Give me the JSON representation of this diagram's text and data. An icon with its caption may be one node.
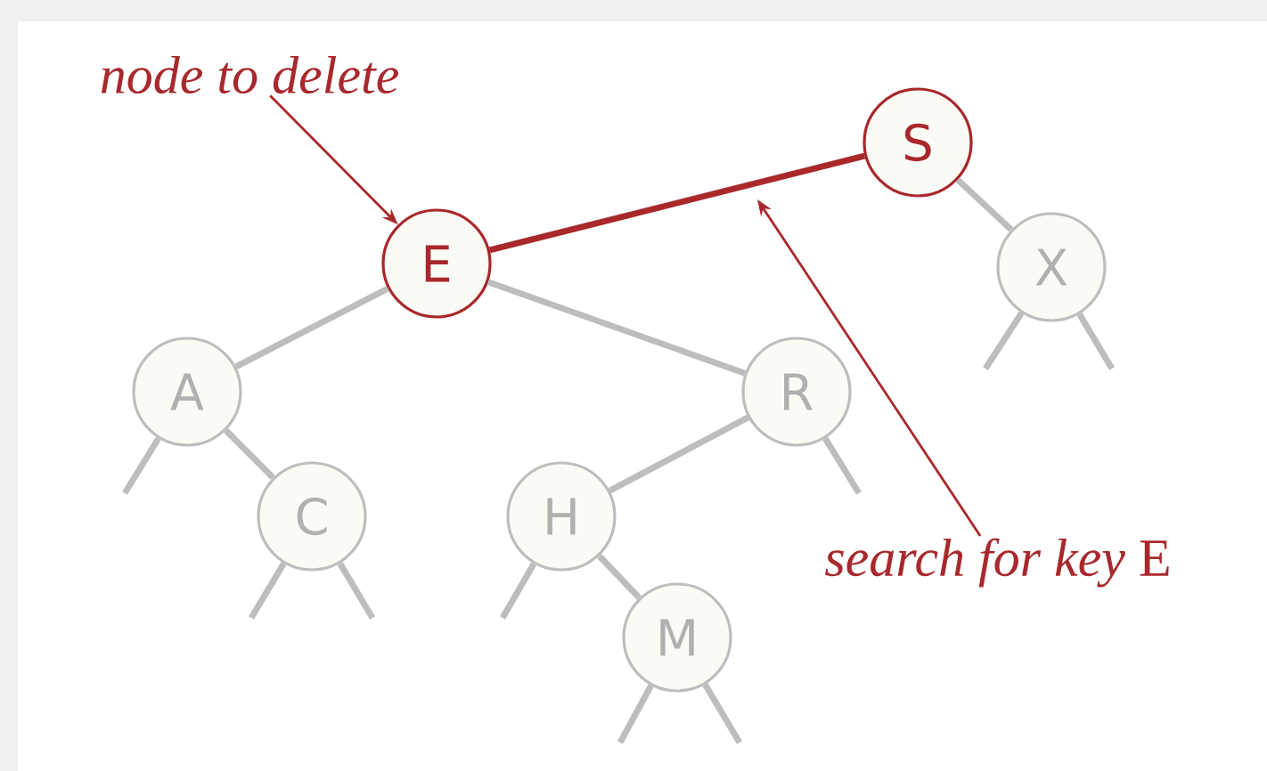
{
  "diagram": {
    "nodes": [
      {
        "text": [
          "S"
        ]
      },
      {
        "text": [
          "E"
        ]
      },
      {
        "text": [
          "X"
        ]
      },
      {
        "text": [
          "A"
        ]
      },
      {
        "text": [
          "R"
        ]
      },
      {
        "text": [
          "C"
        ]
      },
      {
        "text": [
          "H"
        ]
      },
      {
        "text": [
          "M"
        ]
      },
      {
        "text": [
          "node to delete"
        ]
      },
      {
        "text": [
          "*search for key* E"
        ]
      }
    ],
    "edges": [
      {
        "from": 0,
        "to": 1,
        "arrow": "none",
        "color": "#a8282c"
      },
      {
        "from": 0,
        "to": 2,
        "arrow": "none"
      },
      {
        "from": 1,
        "to": 3,
        "arrow": "none"
      },
      {
        "from": 1,
        "to": 4,
        "arrow": "none"
      },
      {
        "from": 3,
        "to": 5,
        "arrow": "none"
      },
      {
        "from": 4,
        "to": 6,
        "arrow": "none"
      },
      {
        "from": 6,
        "to": 7,
        "arrow": "none"
      },
      {
        "from": 2,
        "to": null,
        "arrow": "none"
      },
      {
        "from": 2,
        "to": null,
        "arrow": "none"
      },
      {
        "from": 3,
        "to": null,
        "arrow": "none"
      },
      {
        "from": 5,
        "to": null,
        "arrow": "none"
      },
      {
        "from": 5,
        "to": null,
        "arrow": "none"
      },
      {
        "from": 4,
        "to": null,
        "arrow": "none"
      },
      {
        "from": 6,
        "to": null,
        "arrow": "none"
      },
      {
        "from": 7,
        "to": null,
        "arrow": "none"
      },
      {
        "from": 7,
        "to": null,
        "arrow": "none"
      },
      {
        "from": 8,
        "to": 1,
        "arrow": "to",
        "color": "#a8282c"
      },
      {
        "from": 9,
        "to": null,
        "arrow": "to",
        "color": "#a8282c"
      }
    ]
  }
}
